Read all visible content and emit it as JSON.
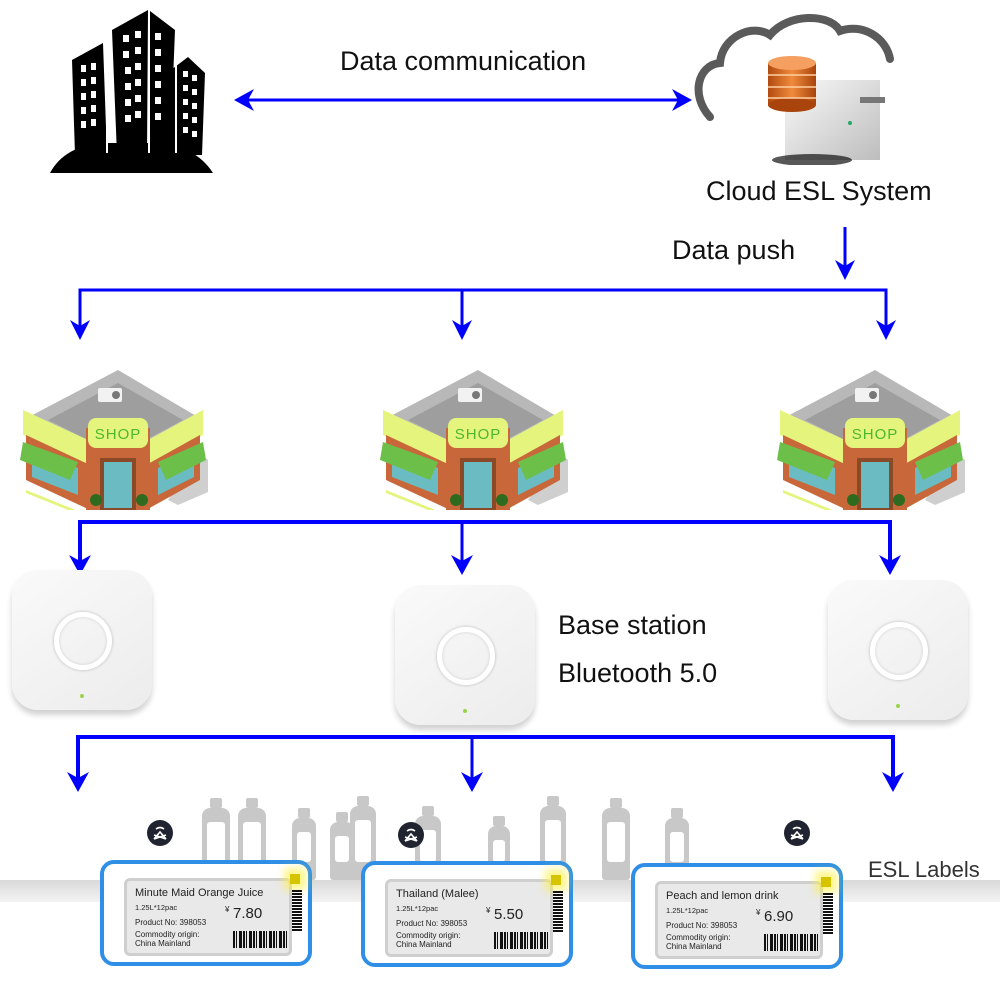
{
  "diagram": {
    "labels": {
      "data_communication": "Data communication",
      "cloud_system": "Cloud ESL System",
      "data_push": "Data push",
      "base_station": "Base station",
      "bluetooth": "Bluetooth 5.0",
      "esl_labels": "ESL Labels"
    },
    "nodes": {
      "headquarters": {
        "icon": "office-buildings-icon"
      },
      "cloud": {
        "icon": "cloud-server-icon"
      },
      "shops": [
        {
          "sign": "SHOP",
          "icon": "shop-icon"
        },
        {
          "sign": "SHOP",
          "icon": "shop-icon"
        },
        {
          "sign": "SHOP",
          "icon": "shop-icon"
        }
      ],
      "base_stations": [
        {
          "icon": "base-station-icon"
        },
        {
          "icon": "base-station-icon"
        },
        {
          "icon": "base-station-icon"
        }
      ]
    },
    "edges": [
      {
        "from": "headquarters",
        "to": "cloud",
        "label": "Data communication",
        "bidirectional": true
      },
      {
        "from": "cloud",
        "to": "shops",
        "label": "Data push"
      },
      {
        "from": "shops",
        "to": "base_stations"
      },
      {
        "from": "base_stations",
        "to": "esl_labels"
      }
    ],
    "colors": {
      "arrow": "#0000ff",
      "esl_border": "#2f8fe6",
      "shop_sign": "#4cb82e"
    },
    "esl_labels": [
      {
        "name": "Minute Maid Orange Juice",
        "spec": "1.25L*12pac",
        "product_no": "Product No: 398053",
        "currency": "¥",
        "price": "7.80",
        "origin_label": "Commodity origin:",
        "origin": "China Mainland"
      },
      {
        "name": "Thailand (Malee)",
        "spec": "1.25L*12pac",
        "product_no": "Product No: 398053",
        "currency": "¥",
        "price": "5.50",
        "origin_label": "Commodity origin:",
        "origin": "China Mainland"
      },
      {
        "name": "Peach and lemon drink",
        "spec": "1.25L*12pac",
        "product_no": "Product No: 398053",
        "currency": "¥",
        "price": "6.90",
        "origin_label": "Commodity origin:",
        "origin": "China Mainland"
      }
    ]
  }
}
